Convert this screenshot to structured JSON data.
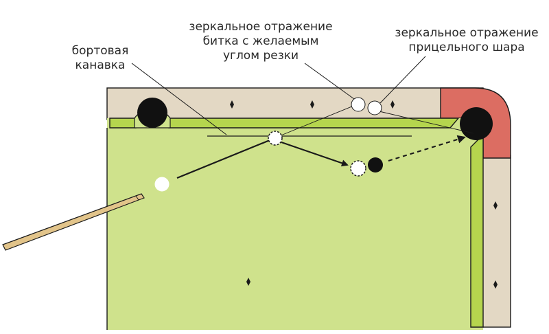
{
  "labels": {
    "rail_groove": [
      "бортовая",
      "канавка"
    ],
    "cue_reflection": [
      "зеркальное отражение",
      "битка с желаемым",
      "углом резки"
    ],
    "object_reflection": [
      "зеркальное отражение",
      "прицельного шара"
    ]
  },
  "colors": {
    "cloth": "#cfe28c",
    "cushion": "#b5d54e",
    "rail_wood": "#e3d8c4",
    "corner_pocket_rail": "#dc6d62",
    "pocket": "#111111",
    "cue_stick": "#e2c48a",
    "outline": "#1a1a1a"
  }
}
